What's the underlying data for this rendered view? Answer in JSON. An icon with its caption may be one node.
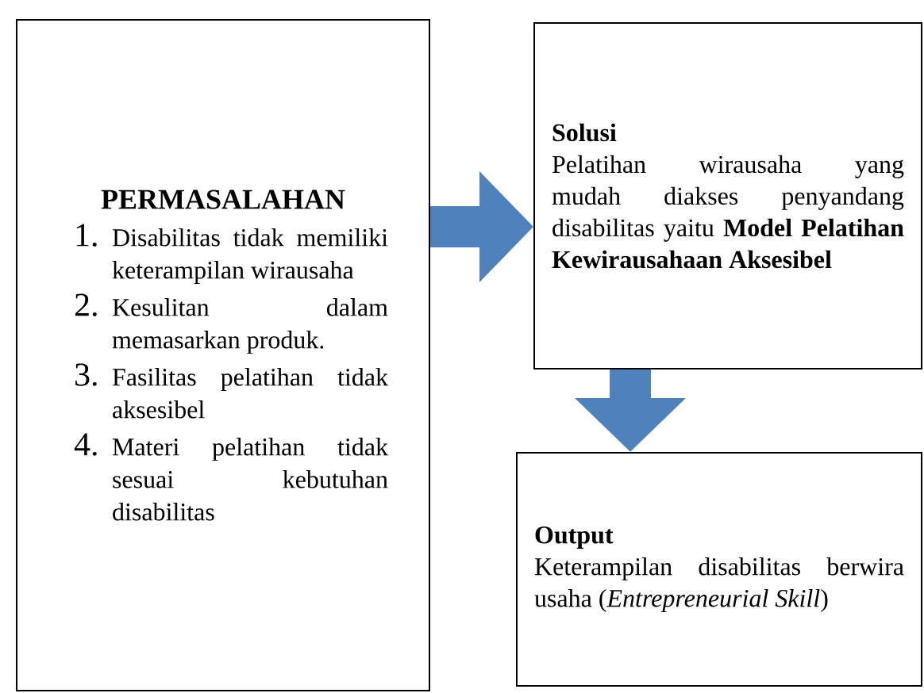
{
  "diagram": {
    "nodes": [
      {
        "text": [
          "PERMASALAHAN",
          "1.",
          "Disabilitas tidak memiliki keterampilan wirausaha",
          "2.",
          "Kesulitan dalam memasarkan produk.",
          "3.",
          "Fasilitas pelatihan tidak aksesibel",
          "4.",
          "Materi pelatihan tidak sesuai kebutuhan disabilitas"
        ]
      },
      {
        "text": [
          "Solusi",
          "Pelatihan wirausaha yang mudah diakses penyandang disabilitas yaitu **Model Pelatihan Kewirausahaan Aksesibel**"
        ]
      },
      {
        "text": [
          "Output",
          "Keterampilan disabilitas berwira usaha (*Entrepreneurial Skill*)"
        ]
      }
    ],
    "edges": [
      {
        "from": 0,
        "to": 1,
        "arrow": "to"
      },
      {
        "from": 1,
        "to": 2,
        "arrow": "to"
      }
    ]
  }
}
